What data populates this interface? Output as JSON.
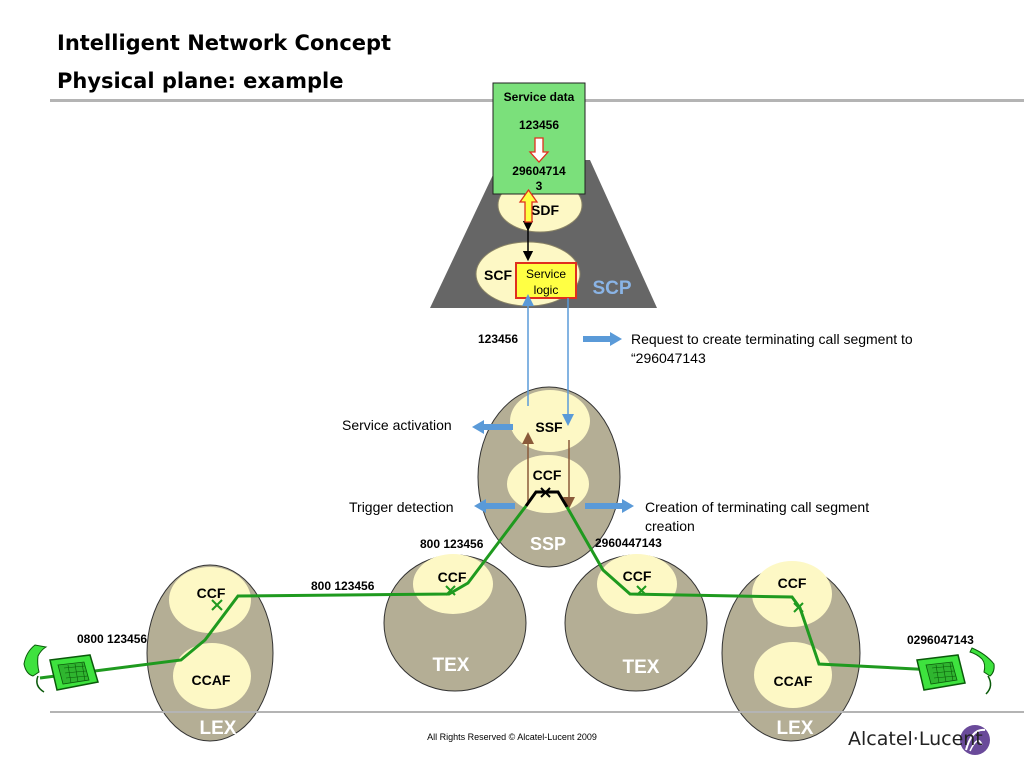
{
  "header": {
    "title_line1": "Intelligent Network Concept",
    "title_line2": "Physical plane: example"
  },
  "service_data": {
    "heading": "Service data",
    "number_from": "123456",
    "number_to_line1": "29604714",
    "number_to_line2": "3"
  },
  "scp": {
    "label": "SCP",
    "sdf_label": "SDF",
    "scf_label": "SCF",
    "service_logic_line1": "Service",
    "service_logic_line2": "logic"
  },
  "ssp": {
    "label": "SSP",
    "ssf_label": "SSF",
    "ccf_label": "CCF"
  },
  "annotations": {
    "number_to_scp": "123456",
    "request_line1": "Request to create terminating call segment to",
    "request_line2": "“296047143",
    "service_activation": "Service activation",
    "trigger_detection": "Trigger detection",
    "creation_line1": "Creation of terminating call segment",
    "creation_line2": "creation",
    "number_tex_left": "800 123456",
    "number_lex_tex": "800 123456",
    "number_tex_right": "2960447143",
    "caller_number": "0800 123456",
    "callee_number": "0296047143"
  },
  "nodes": {
    "lex_left": {
      "label": "LEX",
      "ccf": "CCF",
      "ccaf": "CCAF"
    },
    "tex_left": {
      "label": "TEX",
      "ccf": "CCF"
    },
    "tex_right": {
      "label": "TEX",
      "ccf": "CCF"
    },
    "lex_right": {
      "label": "LEX",
      "ccf": "CCF",
      "ccaf": "CCAF"
    }
  },
  "footer": {
    "copyright": "All Rights Reserved © Alcatel-Lucent 2009",
    "logo": "Alcatel·Lucent"
  },
  "colors": {
    "node_fill": "#b4ae95",
    "inner_fill": "#fdf8c5",
    "scp_fill": "#666666",
    "call_path": "#1f9a1f",
    "signal_arrow": "#5a9ad8",
    "service_data_fill": "#7be07b",
    "service_logic_fill": "#ffff44",
    "service_logic_border": "#e0301e",
    "phone_green": "#3ee23e"
  }
}
